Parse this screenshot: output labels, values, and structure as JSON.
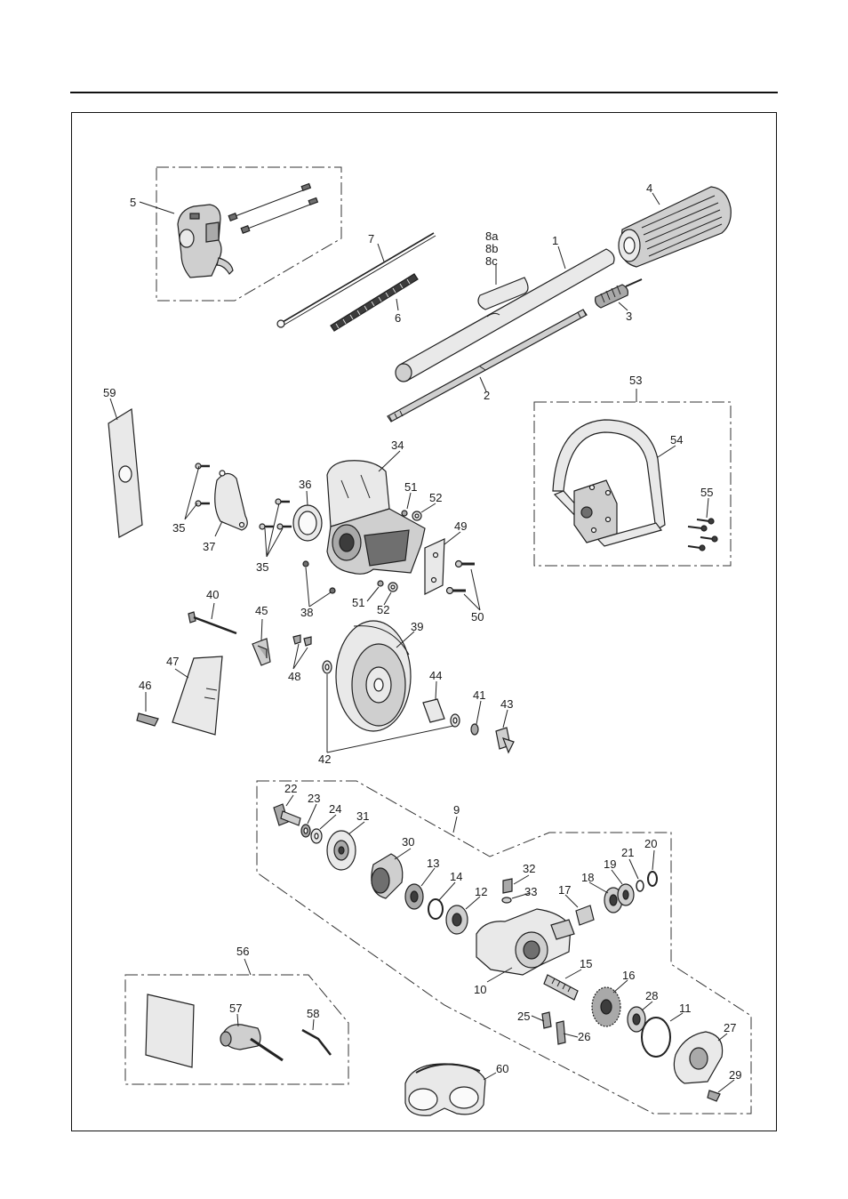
{
  "callouts": [
    {
      "id": "c1",
      "text": "1"
    },
    {
      "id": "c2",
      "text": "2"
    },
    {
      "id": "c3",
      "text": "3"
    },
    {
      "id": "c4",
      "text": "4"
    },
    {
      "id": "c5",
      "text": "5"
    },
    {
      "id": "c6",
      "text": "6"
    },
    {
      "id": "c7",
      "text": "7"
    },
    {
      "id": "c8a",
      "text": "8a"
    },
    {
      "id": "c8b",
      "text": "8b"
    },
    {
      "id": "c8c",
      "text": "8c"
    },
    {
      "id": "c9",
      "text": "9"
    },
    {
      "id": "c10",
      "text": "10"
    },
    {
      "id": "c11",
      "text": "11"
    },
    {
      "id": "c12",
      "text": "12"
    },
    {
      "id": "c13",
      "text": "13"
    },
    {
      "id": "c14",
      "text": "14"
    },
    {
      "id": "c15",
      "text": "15"
    },
    {
      "id": "c16",
      "text": "16"
    },
    {
      "id": "c17",
      "text": "17"
    },
    {
      "id": "c18",
      "text": "18"
    },
    {
      "id": "c19",
      "text": "19"
    },
    {
      "id": "c20",
      "text": "20"
    },
    {
      "id": "c21",
      "text": "21"
    },
    {
      "id": "c22",
      "text": "22"
    },
    {
      "id": "c23",
      "text": "23"
    },
    {
      "id": "c24",
      "text": "24"
    },
    {
      "id": "c25",
      "text": "25"
    },
    {
      "id": "c26",
      "text": "26"
    },
    {
      "id": "c27",
      "text": "27"
    },
    {
      "id": "c28",
      "text": "28"
    },
    {
      "id": "c29",
      "text": "29"
    },
    {
      "id": "c30",
      "text": "30"
    },
    {
      "id": "c31",
      "text": "31"
    },
    {
      "id": "c32",
      "text": "32"
    },
    {
      "id": "c33",
      "text": "33"
    },
    {
      "id": "c34",
      "text": "34"
    },
    {
      "id": "c35a",
      "text": "35"
    },
    {
      "id": "c35b",
      "text": "35"
    },
    {
      "id": "c36",
      "text": "36"
    },
    {
      "id": "c37",
      "text": "37"
    },
    {
      "id": "c38",
      "text": "38"
    },
    {
      "id": "c39",
      "text": "39"
    },
    {
      "id": "c40",
      "text": "40"
    },
    {
      "id": "c41",
      "text": "41"
    },
    {
      "id": "c42",
      "text": "42"
    },
    {
      "id": "c43",
      "text": "43"
    },
    {
      "id": "c44",
      "text": "44"
    },
    {
      "id": "c45",
      "text": "45"
    },
    {
      "id": "c46",
      "text": "46"
    },
    {
      "id": "c47",
      "text": "47"
    },
    {
      "id": "c48",
      "text": "48"
    },
    {
      "id": "c49",
      "text": "49"
    },
    {
      "id": "c50",
      "text": "50"
    },
    {
      "id": "c51a",
      "text": "51"
    },
    {
      "id": "c51b",
      "text": "51"
    },
    {
      "id": "c52a",
      "text": "52"
    },
    {
      "id": "c52b",
      "text": "52"
    },
    {
      "id": "c53",
      "text": "53"
    },
    {
      "id": "c54",
      "text": "54"
    },
    {
      "id": "c55",
      "text": "55"
    },
    {
      "id": "c56",
      "text": "56"
    },
    {
      "id": "c57",
      "text": "57"
    },
    {
      "id": "c58",
      "text": "58"
    },
    {
      "id": "c59",
      "text": "59"
    },
    {
      "id": "c60",
      "text": "60"
    }
  ],
  "colors": {
    "ink": "#1a1a1a",
    "part_light": "#e9e9e9",
    "part_mid": "#cfcfcf",
    "part_dark": "#6f6f6f"
  }
}
